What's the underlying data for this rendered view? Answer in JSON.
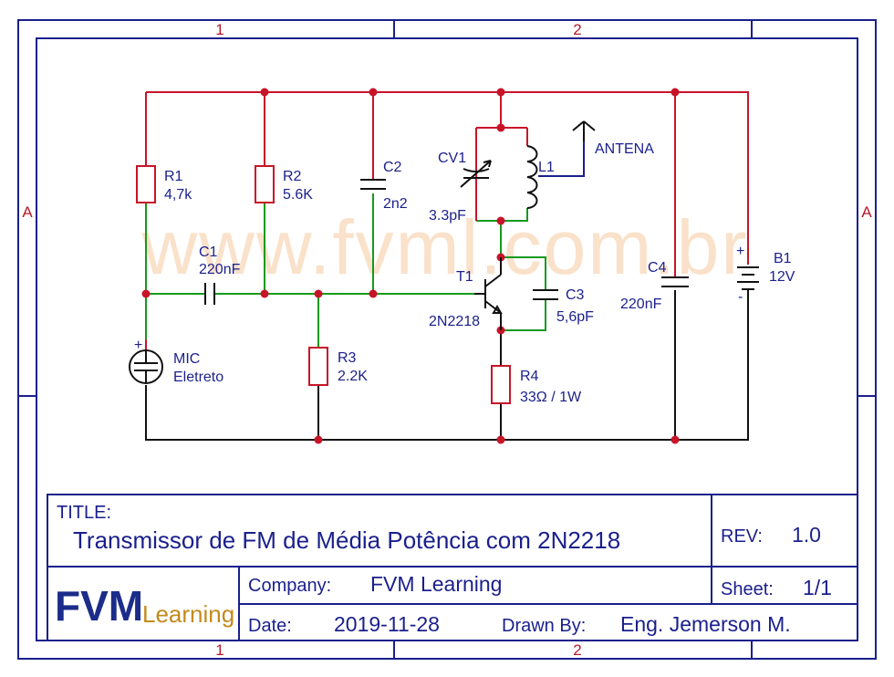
{
  "sheet": {
    "watermark": "www.fvml.com.br",
    "zone_columns": [
      "1",
      "2"
    ],
    "zone_rows": [
      "A"
    ],
    "colors": {
      "frame": "#1a1f8c",
      "zone_marks": "#b81a2a",
      "power_wire": "#c81428",
      "signal_wire": "#159a1b",
      "ground_wire": "#111111"
    }
  },
  "components": {
    "R1": {
      "ref": "R1",
      "value": "4,7k"
    },
    "R2": {
      "ref": "R2",
      "value": "5.6K"
    },
    "R3": {
      "ref": "R3",
      "value": "2.2K"
    },
    "R4": {
      "ref": "R4",
      "value": "33Ω / 1W"
    },
    "C1": {
      "ref": "C1",
      "value": "220nF"
    },
    "C2": {
      "ref": "C2",
      "value": "2n2"
    },
    "C3": {
      "ref": "C3",
      "value": "5,6pF"
    },
    "C4": {
      "ref": "C4",
      "value": "220nF"
    },
    "CV1": {
      "ref": "CV1",
      "value": "3.3pF"
    },
    "L1": {
      "ref": "L1"
    },
    "T1": {
      "ref": "T1",
      "value": "2N2218"
    },
    "MIC": {
      "ref": "MIC",
      "value": "Eletreto"
    },
    "B1": {
      "ref": "B1",
      "value": "12V"
    },
    "antenna": {
      "label": "ANTENA"
    },
    "polarity": {
      "plus": "+",
      "minus": "-"
    }
  },
  "title_block": {
    "title_label": "TITLE:",
    "title": "Transmissor de FM de Média Potência com 2N2218",
    "rev_label": "REV:",
    "rev": "1.0",
    "company_label": "Company:",
    "company": "FVM Learning",
    "sheet_label": "Sheet:",
    "sheet": "1/1",
    "date_label": "Date:",
    "date": "2019-11-28",
    "drawn_label": "Drawn By:",
    "drawn_by": "Eng. Jemerson M.",
    "logo_main": "FVM",
    "logo_sub": "Learning"
  }
}
